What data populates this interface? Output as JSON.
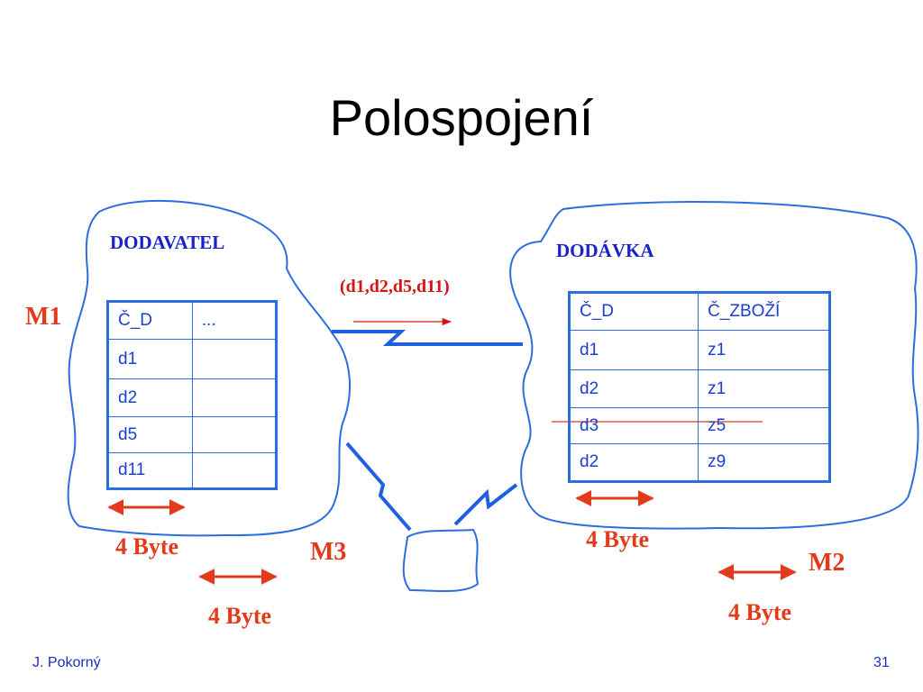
{
  "title": "Polospojení",
  "left_table": {
    "name": "DODAVATEL",
    "headers": [
      "Č_D",
      "..."
    ],
    "rows": [
      [
        "d1",
        ""
      ],
      [
        "d2",
        ""
      ],
      [
        "d5",
        ""
      ],
      [
        "d11",
        ""
      ]
    ]
  },
  "right_table": {
    "name": "DODÁVKA",
    "headers": [
      "Č_D",
      "Č_ZBOŽÍ"
    ],
    "rows": [
      [
        "d1",
        "z1"
      ],
      [
        "d2",
        "z1"
      ],
      [
        "d3",
        "z5"
      ],
      [
        "d2",
        "z9"
      ]
    ]
  },
  "transfer_label": "(d1,d2,d5,d11)",
  "nodes": {
    "m1": "M1",
    "m2": "M2",
    "m3": "M3"
  },
  "byte_labels": [
    "4 Byte",
    "4 Byte",
    "4 Byte",
    "4 Byte"
  ],
  "footer": {
    "author": "J. Pokorný",
    "page": "31"
  },
  "colors": {
    "cloud": "#2a6ee0",
    "table_text": "#1a3fd0",
    "accent_red": "#e23a1a",
    "label_blue": "#1a22c8"
  }
}
